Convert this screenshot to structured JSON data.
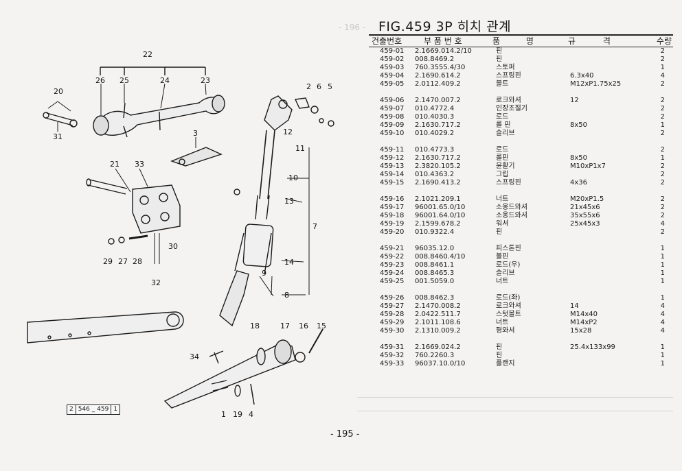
{
  "figure": {
    "title": "FIG.459 3P 히치 관계",
    "ghost_page_label": "- 196 -"
  },
  "table": {
    "headers": {
      "ref_no": "건출번호",
      "part_no": "부 품 번 호",
      "name": "품 명",
      "spec": "규 격",
      "qty": "수량"
    },
    "rows": [
      {
        "ref": "459-01",
        "part": "2.1669.014.2/10",
        "name": "핀",
        "spec": "",
        "qty": "2"
      },
      {
        "ref": "459-02",
        "part": "008.8469.2",
        "name": "핀",
        "spec": "",
        "qty": "2"
      },
      {
        "ref": "459-03",
        "part": "760.3555.4/30",
        "name": "스토퍼",
        "spec": "",
        "qty": "1"
      },
      {
        "ref": "459-04",
        "part": "2.1690.614.2",
        "name": "스프링핀",
        "spec": "6.3x40",
        "qty": "4"
      },
      {
        "ref": "459-05",
        "part": "2.0112.409.2",
        "name": "볼트",
        "spec": "M12xP1.75x25",
        "qty": "2"
      },
      {
        "ref": "459-06",
        "part": "2.1470.007.2",
        "name": "로크와셔",
        "spec": "12",
        "qty": "2"
      },
      {
        "ref": "459-07",
        "part": "010.4772.4",
        "name": "인장조절기",
        "spec": "",
        "qty": "2"
      },
      {
        "ref": "459-08",
        "part": "010.4030.3",
        "name": "로드",
        "spec": "",
        "qty": "2"
      },
      {
        "ref": "459-09",
        "part": "2.1630.717.2",
        "name": "롤 핀",
        "spec": "8x50",
        "qty": "1"
      },
      {
        "ref": "459-10",
        "part": "010.4029.2",
        "name": "슬리브",
        "spec": "",
        "qty": "2"
      },
      {
        "ref": "459-11",
        "part": "010.4773.3",
        "name": "로드",
        "spec": "",
        "qty": "2"
      },
      {
        "ref": "459-12",
        "part": "2.1630.717.2",
        "name": "롤핀",
        "spec": "8x50",
        "qty": "1"
      },
      {
        "ref": "459-13",
        "part": "2.3820.105.2",
        "name": "윤활기",
        "spec": "M10xP1x7",
        "qty": "2"
      },
      {
        "ref": "459-14",
        "part": "010.4363.2",
        "name": "그립",
        "spec": "",
        "qty": "2"
      },
      {
        "ref": "459-15",
        "part": "2.1690.413.2",
        "name": "스프링핀",
        "spec": "4x36",
        "qty": "2"
      },
      {
        "ref": "459-16",
        "part": "2.1021.209.1",
        "name": "너트",
        "spec": "M20xP1.5",
        "qty": "2"
      },
      {
        "ref": "459-17",
        "part": "96001.65.0/10",
        "name": "소옹드와셔",
        "spec": "21x45x6",
        "qty": "2"
      },
      {
        "ref": "459-18",
        "part": "96001.64.0/10",
        "name": "소옹드와셔",
        "spec": "35x55x6",
        "qty": "2"
      },
      {
        "ref": "459-19",
        "part": "2.1599.678.2",
        "name": "워셔",
        "spec": "25x45x3",
        "qty": "4"
      },
      {
        "ref": "459-20",
        "part": "010.9322.4",
        "name": "핀",
        "spec": "",
        "qty": "2"
      },
      {
        "ref": "459-21",
        "part": "96035.12.0",
        "name": "피스톤핀",
        "spec": "",
        "qty": "1"
      },
      {
        "ref": "459-22",
        "part": "008.8460.4/10",
        "name": "볼핀",
        "spec": "",
        "qty": "1"
      },
      {
        "ref": "459-23",
        "part": "008.8461.1",
        "name": "로드(우)",
        "spec": "",
        "qty": "1"
      },
      {
        "ref": "459-24",
        "part": "008.8465.3",
        "name": "슬리브",
        "spec": "",
        "qty": "1"
      },
      {
        "ref": "459-25",
        "part": "001.5059.0",
        "name": "너트",
        "spec": "",
        "qty": "1"
      },
      {
        "ref": "459-26",
        "part": "008.8462.3",
        "name": "로드(좌)",
        "spec": "",
        "qty": "1"
      },
      {
        "ref": "459-27",
        "part": "2.1470.008.2",
        "name": "로크와셔",
        "spec": "14",
        "qty": "4"
      },
      {
        "ref": "459-28",
        "part": "2.0422.511.7",
        "name": "스텃볼트",
        "spec": "M14x40",
        "qty": "4"
      },
      {
        "ref": "459-29",
        "part": "2.1011.108.6",
        "name": "너트",
        "spec": "M14xP2",
        "qty": "4"
      },
      {
        "ref": "459-30",
        "part": "2.1310.009.2",
        "name": "평와셔",
        "spec": "15x28",
        "qty": "4"
      },
      {
        "ref": "459-31",
        "part": "2.1669.024.2",
        "name": "핀",
        "spec": "25.4x133x99",
        "qty": "1"
      },
      {
        "ref": "459-32",
        "part": "760.2260.3",
        "name": "핀",
        "spec": "",
        "qty": "1"
      },
      {
        "ref": "459-33",
        "part": "96037.10.0/10",
        "name": "플랜지",
        "spec": "",
        "qty": "1"
      }
    ]
  },
  "callouts": [
    "22",
    "26",
    "25",
    "24",
    "23",
    "20",
    "31",
    "2",
    "6",
    "5",
    "3",
    "12",
    "11",
    "10",
    "13",
    "21",
    "33",
    "7",
    "30",
    "29",
    "27",
    "28",
    "32",
    "14",
    "9",
    "8",
    "18",
    "17",
    "16",
    "15",
    "34",
    "1",
    "19",
    "4"
  ],
  "ref_box": [
    "2",
    "546 _ 459",
    "1"
  ],
  "page_number": "- 195 -"
}
